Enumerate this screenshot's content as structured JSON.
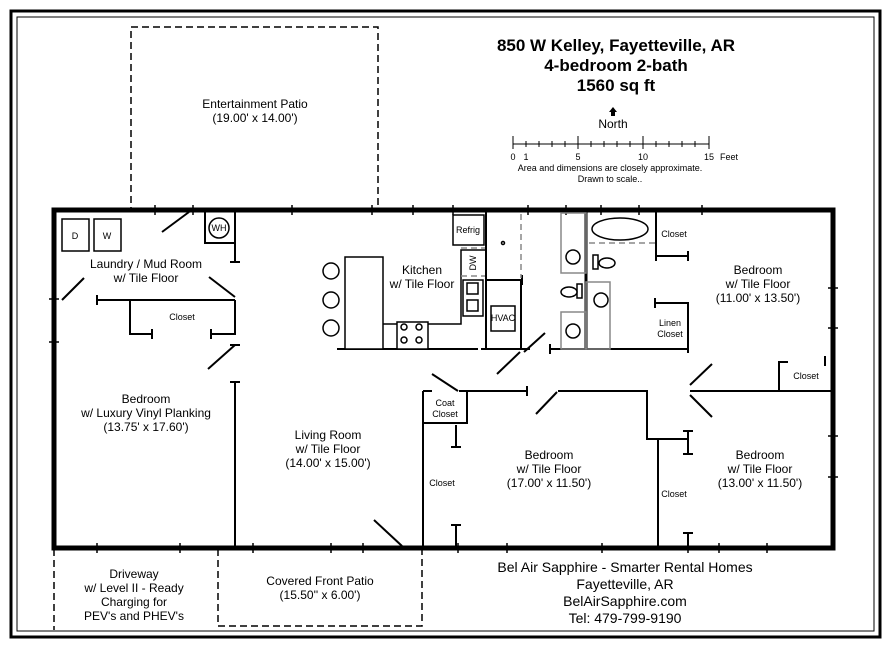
{
  "header": {
    "address": "850 W Kelley, Fayetteville, AR",
    "layout": "4-bedroom 2-bath",
    "area": "1560 sq ft"
  },
  "compass": {
    "icon": "north-arrow-icon",
    "label": "North"
  },
  "scale_bar": {
    "ticks": [
      "0",
      "1",
      "5",
      "10",
      "15"
    ],
    "unit": "Feet",
    "note_line1": "Area and dimensions are closely approximate.",
    "note_line2": "Drawn to scale.."
  },
  "rooms": {
    "entertainment_patio": {
      "name": "Entertainment Patio",
      "dims": "(19.00' x 14.00')"
    },
    "laundry": {
      "name": "Laundry / Mud Room",
      "floor": "w/ Tile Floor"
    },
    "laundry_closet": {
      "name": "Closet"
    },
    "kitchen": {
      "name": "Kitchen",
      "floor": "w/ Tile Floor"
    },
    "bedroom_west": {
      "name": "Bedroom",
      "floor": "w/ Luxury Vinyl Planking",
      "dims": "(13.75' x 17.60')"
    },
    "living_room": {
      "name": "Living Room",
      "floor": "w/ Tile Floor",
      "dims": "(14.00' x 15.00')"
    },
    "bedroom_ne": {
      "name": "Bedroom",
      "floor": "w/ Tile Floor",
      "dims": "(11.00' x 13.50')"
    },
    "bedroom_center": {
      "name": "Bedroom",
      "floor": "w/ Tile Floor",
      "dims": "(17.00' x 11.50')"
    },
    "bedroom_se": {
      "name": "Bedroom",
      "floor": "w/ Tile Floor",
      "dims": "(13.00' x 11.50')"
    },
    "master_closet": {
      "name": "Closet"
    },
    "linen_closet": {
      "line1": "Linen",
      "line2": "Closet"
    },
    "ne_small_closet": {
      "name": "Closet"
    },
    "coat_closet": {
      "line1": "Coat",
      "line2": "Closet"
    },
    "center_closet": {
      "name": "Closet"
    },
    "se_closet": {
      "name": "Closet"
    },
    "covered_patio": {
      "name": "Covered Front Patio",
      "dims": "(15.50'' x 6.00')"
    },
    "driveway": {
      "line1": "Driveway",
      "line2": "w/ Level II - Ready",
      "line3": "Charging for",
      "line4": "PEV's and PHEV's"
    }
  },
  "fixtures": {
    "dryer": "D",
    "washer": "W",
    "water_heater": "WH",
    "refrigerator": "Refrig",
    "dishwasher": "DW",
    "hvac": "HVAC"
  },
  "footer": {
    "company": "Bel Air Sapphire - Smarter Rental Homes",
    "city": "Fayetteville, AR",
    "website": "BelAirSapphire.com",
    "phone": "Tel: 479-799-9190"
  }
}
